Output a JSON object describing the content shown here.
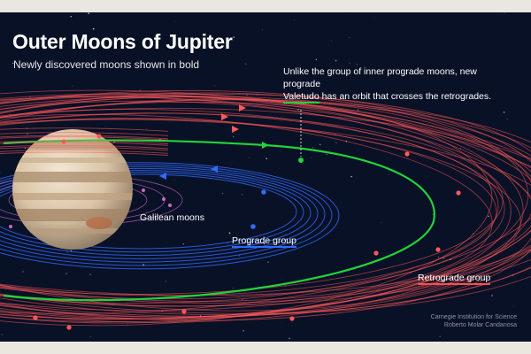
{
  "header": {
    "title": "Outer Moons of Jupiter",
    "subtitle": "Newly discovered moons shown in bold"
  },
  "annotation": {
    "line1": "Unlike the group of inner prograde moons, new prograde",
    "highlight": "Valetudo",
    "line2_rest": " has an orbit that crosses the retrogrades."
  },
  "labels": {
    "galilean": "Galilean moons",
    "prograde": "Prograde group",
    "retrograde": "Retrograde group"
  },
  "credit": {
    "line1": "Carnegie Institution for Science",
    "line2": "Roberto Molar Candanosa"
  },
  "colors": {
    "background": "#091126",
    "retrograde": "#ff5a5a",
    "prograde": "#2f6bff",
    "valetudo": "#22d43a",
    "galilean": "#d66ad6"
  }
}
